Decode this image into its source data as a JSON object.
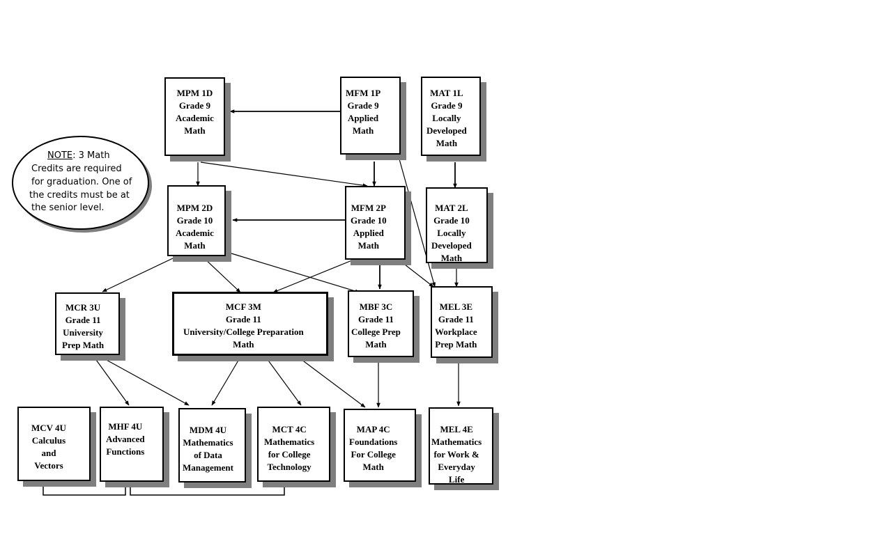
{
  "note": {
    "label": "NOTE",
    "lines": [
      ":   3 Math",
      "Credits are required",
      "for graduation.  One of",
      "the credits must be at",
      "the senior level."
    ]
  },
  "courses": {
    "mpm1d": [
      "MPM 1D",
      "Grade 9",
      "Academic",
      "Math"
    ],
    "mfm1p": [
      "MFM 1P",
      "Grade 9",
      "Applied",
      "Math"
    ],
    "mat1l": [
      "MAT 1L",
      "Grade 9",
      "Locally",
      "Developed",
      "Math"
    ],
    "mpm2d": [
      "MPM 2D",
      "Grade 10",
      "Academic",
      "Math"
    ],
    "mfm2p": [
      "MFM 2P",
      "Grade 10",
      "Applied",
      "Math"
    ],
    "mat2l": [
      "MAT 2L",
      "Grade 10",
      "Locally",
      "Developed",
      "Math"
    ],
    "mcr3u": [
      "MCR 3U",
      "Grade 11",
      "University",
      "Prep Math"
    ],
    "mcf3m": [
      "MCF 3M",
      "Grade 11",
      "University/College Preparation",
      "Math"
    ],
    "mbf3c": [
      "MBF 3C",
      "Grade 11",
      "College Prep",
      "Math"
    ],
    "mel3e": [
      "MEL 3E",
      "Grade 11",
      "Workplace",
      "Prep Math"
    ],
    "mcv4u": [
      "MCV 4U",
      "Calculus",
      "and",
      "Vectors"
    ],
    "mhf4u": [
      "MHF 4U",
      "Advanced",
      "Functions"
    ],
    "mdm4u": [
      "MDM 4U",
      "Mathematics",
      "of Data",
      "Management"
    ],
    "mct4c": [
      "MCT 4C",
      "Mathematics",
      "for College",
      "Technology"
    ],
    "map4c": [
      "MAP 4C",
      "Foundations",
      "For College",
      "Math"
    ],
    "mel4e": [
      "MEL 4E",
      "Mathematics",
      "for Work &",
      "Everyday",
      "Life"
    ]
  },
  "colors": {
    "box_border": "#000000",
    "shadow": "#7f7f7f",
    "background": "#ffffff"
  }
}
